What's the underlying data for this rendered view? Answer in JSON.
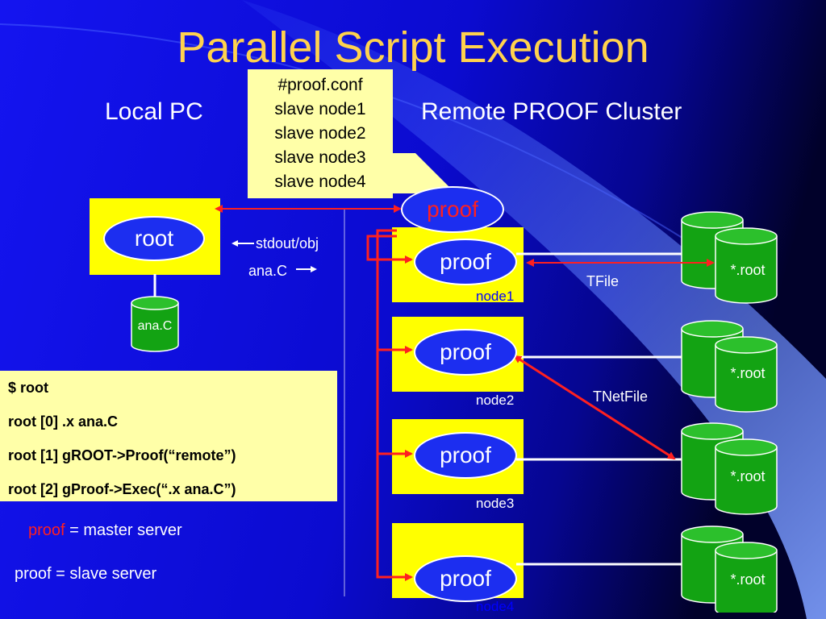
{
  "slide": {
    "title": "Parallel Script Execution",
    "local_label": "Local PC",
    "remote_label": "Remote PROOF Cluster"
  },
  "config_callout": [
    "#proof.conf",
    "slave node1",
    "slave node2",
    "slave node3",
    "slave node4"
  ],
  "local": {
    "root_label": "root",
    "stdout_label": "stdout/obj",
    "anac_label": "ana.C",
    "disk_label": "ana.C"
  },
  "master": {
    "label": "proof"
  },
  "nodes": [
    {
      "proof_label": "proof",
      "node_label": "node1",
      "disk_label": "*.root"
    },
    {
      "proof_label": "proof",
      "node_label": "node2",
      "disk_label": "*.root"
    },
    {
      "proof_label": "proof",
      "node_label": "node3",
      "disk_label": "*.root"
    },
    {
      "proof_label": "proof",
      "node_label": "node4",
      "disk_label": "*.root"
    }
  ],
  "links": {
    "tfile": "TFile",
    "tnetfile": "TNetFile"
  },
  "commands": [
    "$ root",
    "root [0] .x ana.C",
    "root [1] gROOT->Proof(“remote”)",
    "root [2] gProof->Exec(“.x ana.C”)"
  ],
  "legend": {
    "master_word": "proof",
    "master_rest": " = master server",
    "slave_text": "proof = slave server"
  },
  "colors": {
    "title": "#ffd24d",
    "arrow": "#ff2020",
    "node_box": "#ffff00",
    "disk": "#13a313"
  }
}
